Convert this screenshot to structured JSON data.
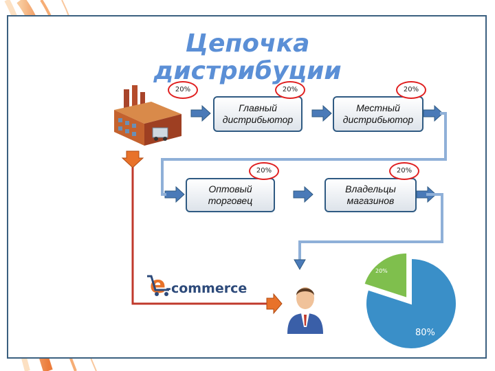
{
  "title": "Цепочка дистрибуции",
  "nodes": {
    "main_distributor": "Главный дистрибьютор",
    "local_distributor": "Местный дистрибьютор",
    "wholesaler": "Оптовый торговец",
    "store_owners": "Владельцы магазинов"
  },
  "badges": [
    "20%",
    "20%",
    "20%",
    "20%",
    "20%"
  ],
  "ecommerce": {
    "e": "e",
    "rest": "-commerce"
  },
  "pie": {
    "type": "pie",
    "labels": [
      "80%",
      "20%"
    ],
    "values": [
      80,
      20
    ],
    "colors": [
      "#3a8fc8",
      "#7fbf4d"
    ]
  },
  "colors": {
    "arrow": "#4a7ab8",
    "ecommerce_line": "#c0392b",
    "badge_border": "#e02020"
  }
}
